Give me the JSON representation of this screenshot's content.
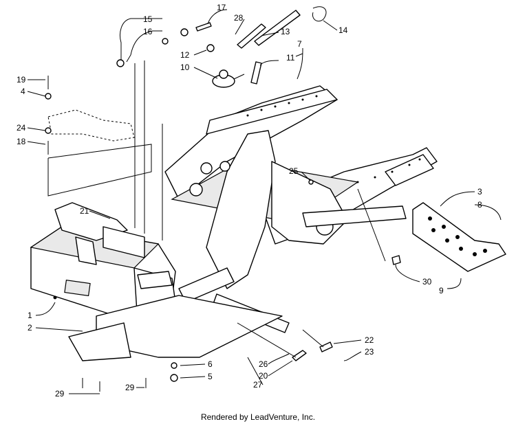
{
  "callouts": {
    "c1": "1",
    "c2": "2",
    "c3": "3",
    "c4": "4",
    "c5": "5",
    "c6": "6",
    "c7": "7",
    "c8": "8",
    "c9": "9",
    "c10": "10",
    "c11": "11",
    "c12": "12",
    "c13": "13",
    "c14": "14",
    "c15": "15",
    "c16": "16",
    "c17": "17",
    "c18": "18",
    "c19": "19",
    "c20": "20",
    "c21": "21",
    "c22": "22",
    "c23": "23",
    "c24": "24",
    "c25": "25",
    "c26": "26",
    "c27": "27",
    "c28": "28",
    "c29a": "29",
    "c29b": "29",
    "c30": "30"
  },
  "footer": "Rendered by LeadVenture, Inc."
}
